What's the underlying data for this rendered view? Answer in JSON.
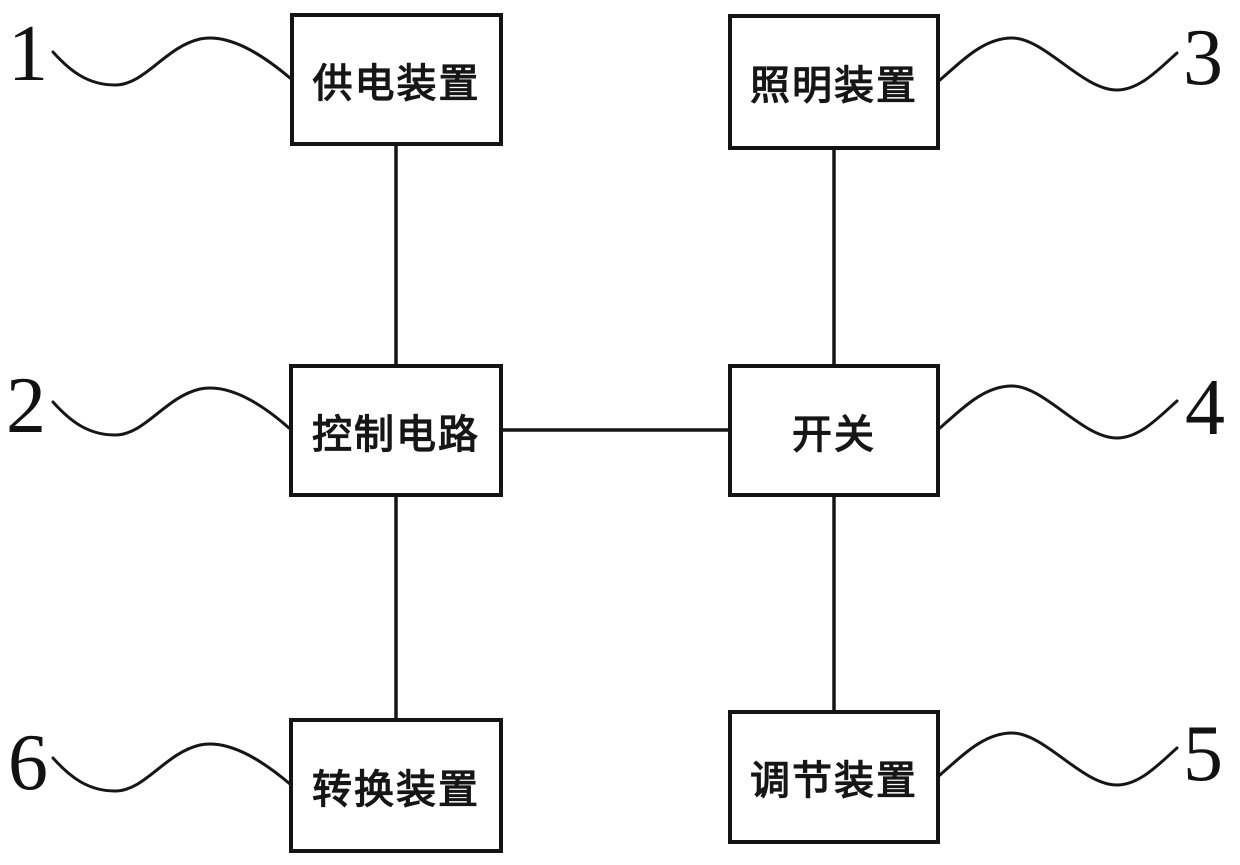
{
  "diagram": {
    "type": "block-diagram",
    "boxes": {
      "power_supply": {
        "label": "供电装置",
        "ref": "1"
      },
      "control_circuit": {
        "label": "控制电路",
        "ref": "2"
      },
      "lighting": {
        "label": "照明装置",
        "ref": "3"
      },
      "switch": {
        "label": "开关",
        "ref": "4"
      },
      "adjuster": {
        "label": "调节装置",
        "ref": "5"
      },
      "converter": {
        "label": "转换装置",
        "ref": "6"
      }
    },
    "connections": [
      "power_supply-control_circuit",
      "lighting-switch",
      "control_circuit-switch",
      "control_circuit-converter",
      "switch-adjuster"
    ],
    "colors": {
      "line": "#161616",
      "background": "#ffffff"
    }
  }
}
